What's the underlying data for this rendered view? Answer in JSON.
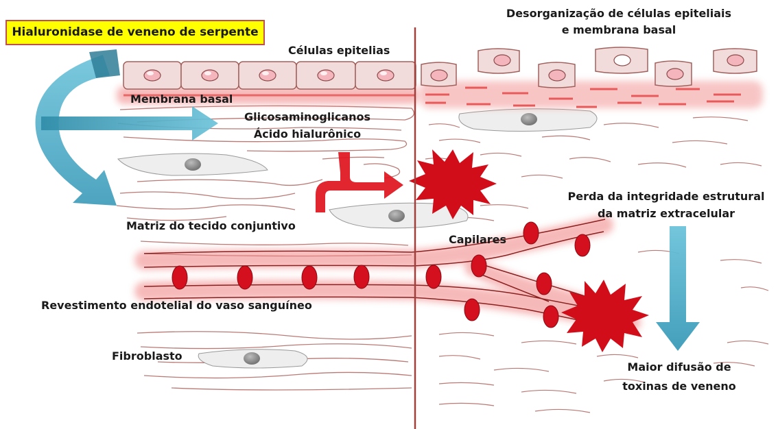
{
  "title": "Hialuronidase de veneno de serpente",
  "labels": {
    "epithelial": "Células epitelias",
    "disorganization_line1": "Desorganização de células epiteliais",
    "disorganization_line2": "e membrana basal",
    "basal_membrane": "Membrana basal",
    "gag_line1": "Glicosaminoglicanos",
    "gag_line2": "Ácido hialurônico",
    "matrix": "Matriz do tecido conjuntivo",
    "capillaries": "Capilares",
    "loss_line1": "Perda da integridade estrutural",
    "loss_line2": "da matriz extracelular",
    "endothelium": "Revestimento endotelial do vaso sanguíneo",
    "fibroblast": "Fibroblasto",
    "diffusion_line1": "Maior difusão de",
    "diffusion_line2": "toxinas de veneno"
  },
  "colors": {
    "title_bg": "#ffff00",
    "title_border": "#c0504d",
    "cell_fill": "#f2dcdb",
    "cell_stroke": "#a0605c",
    "nucleus": "#f4b6bc",
    "blood_cell": "#d40f1e",
    "vessel_glow": "#f08080",
    "fiber": "#b97a76",
    "arrow_blue": "#4bacc6",
    "arrow_red": "#e0141e",
    "divider": "#a0403c"
  }
}
